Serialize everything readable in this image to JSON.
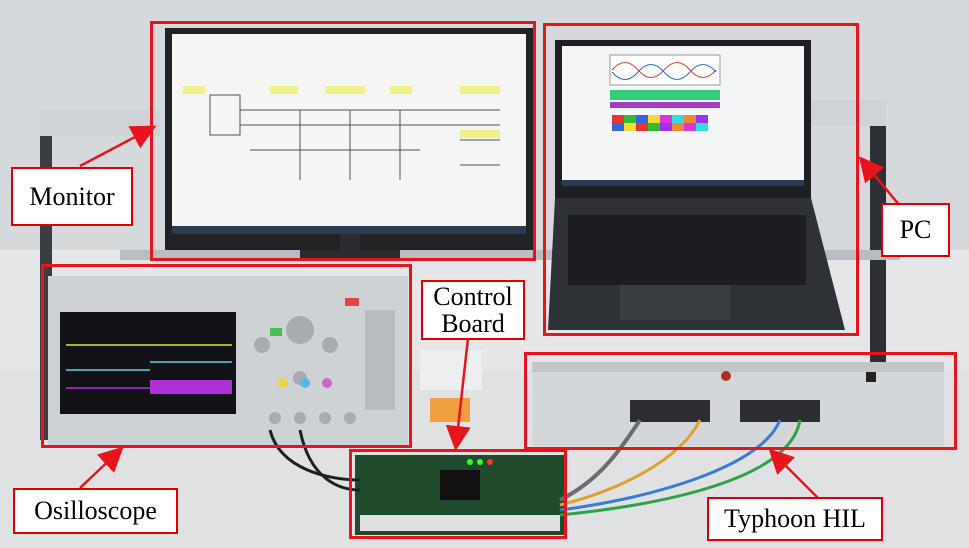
{
  "labels": {
    "monitor": "Monitor",
    "pc": "PC",
    "control_board_line1": "Control",
    "control_board_line2": "Board",
    "oscilloscope": "Osilloscope",
    "typhoon_hil": "Typhoon HIL"
  },
  "colors": {
    "annotation_red": "#e8141b",
    "label_border": "#e00000",
    "label_background": "#ffffff"
  },
  "icons": [
    "arrow-icon"
  ]
}
